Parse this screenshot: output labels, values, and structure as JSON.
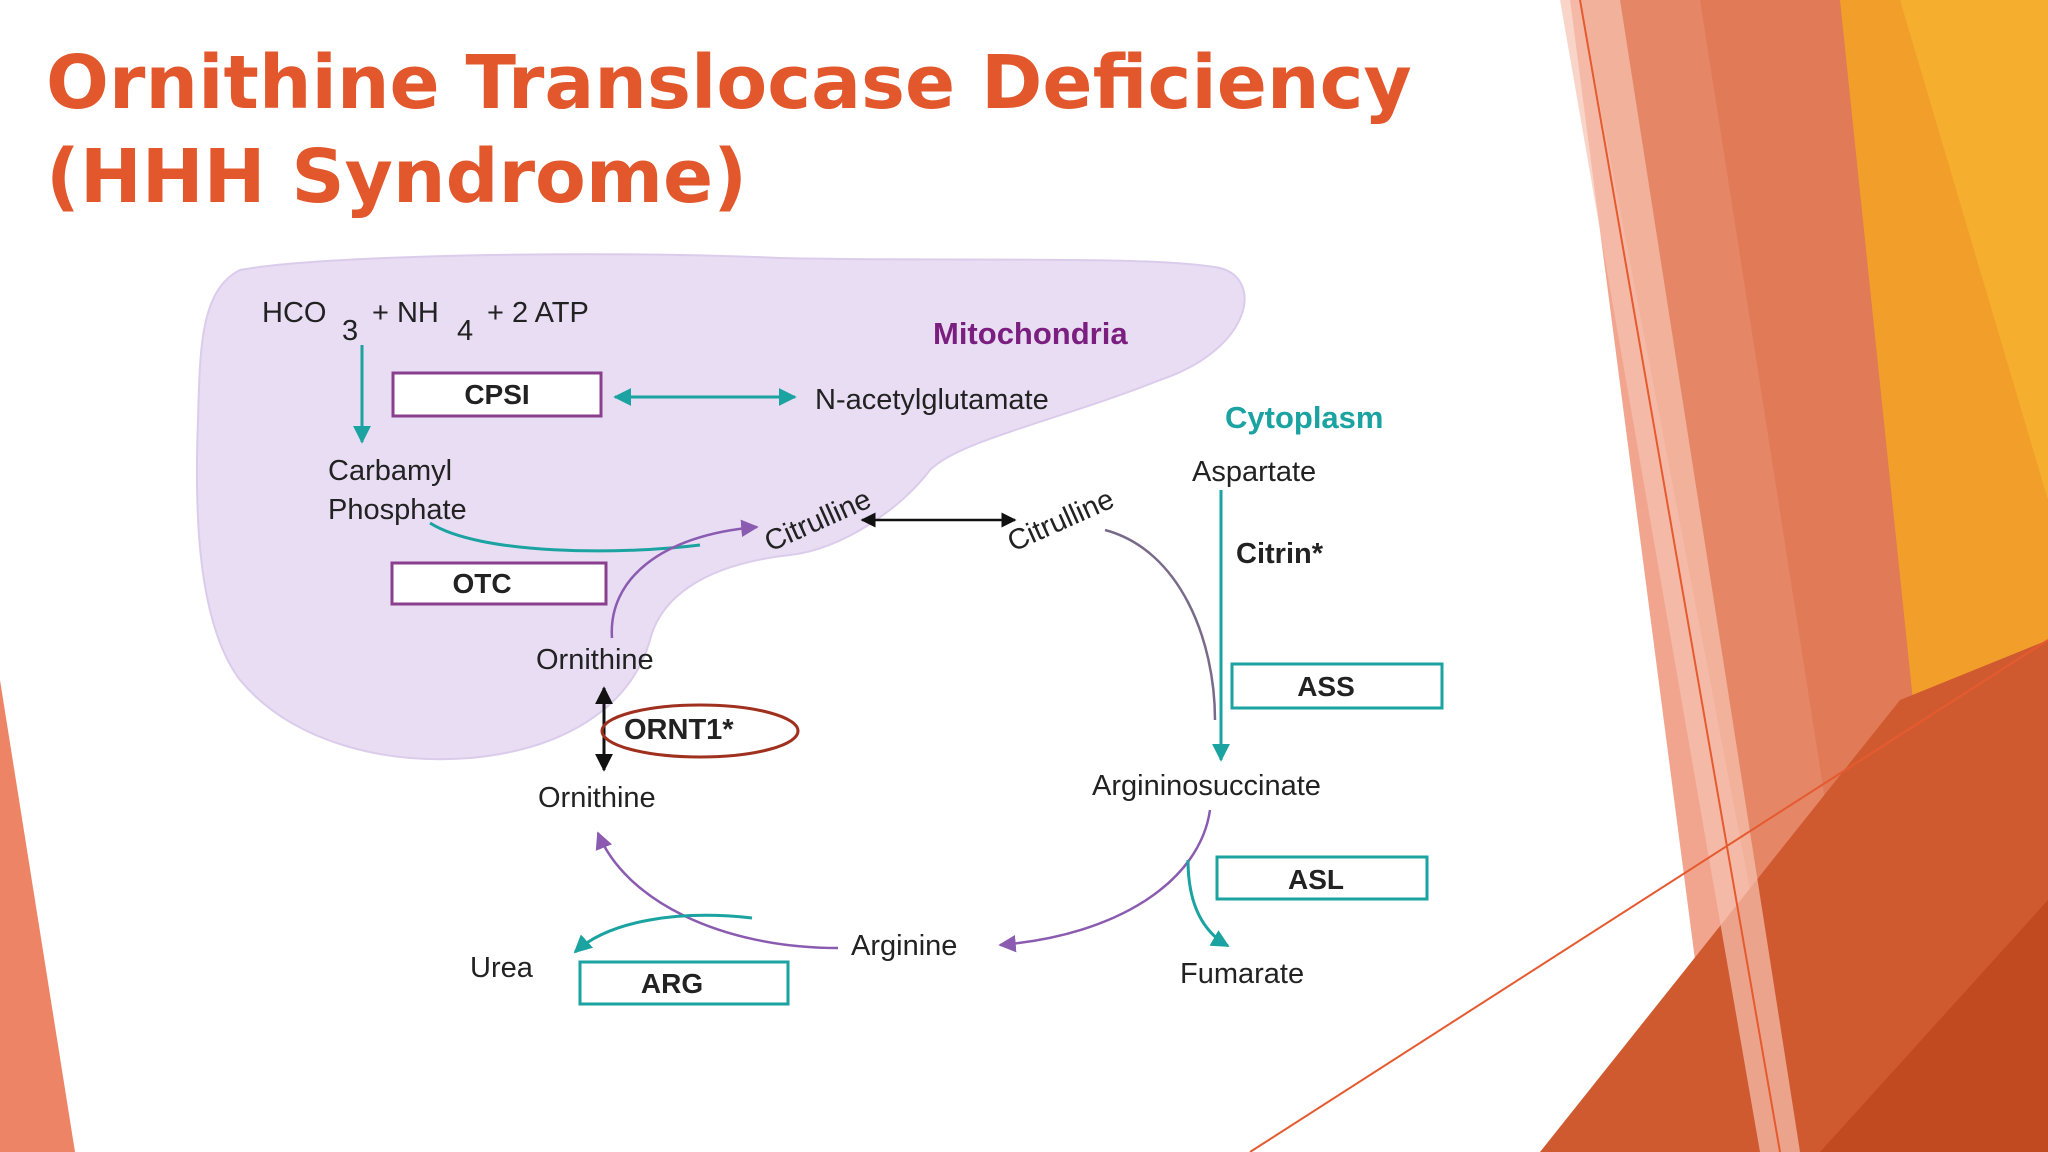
{
  "slide": {
    "title": "Ornithine Translocase Deficiency (HHH Syndrome)"
  },
  "diagram": {
    "compartments": {
      "mitochondria": "Mitochondria",
      "cytoplasm": "Cytoplasm"
    },
    "substrate": {
      "hco": "HCO",
      "hco_sub": "3",
      "plus_nh": "+ NH",
      "nh_sub": "4",
      "atp": "+ 2 ATP"
    },
    "metabolites": {
      "n_acetylglutamate": "N-acetylglutamate",
      "carbamyl": "Carbamyl",
      "phosphate": "Phosphate",
      "citrulline_mito": "Citrulline",
      "citrulline_cyto": "Citrulline",
      "ornithine_mito": "Ornithine",
      "ornithine_cyto": "Ornithine",
      "aspartate": "Aspartate",
      "argininosuccinate": "Argininosuccinate",
      "fumarate": "Fumarate",
      "arginine": "Arginine",
      "urea": "Urea"
    },
    "enzymes": {
      "cps": "CPSI",
      "otc": "OTC",
      "ass": "ASS",
      "asl": "ASL",
      "arg": "ARG"
    },
    "transporters": {
      "citrin": "Citrin*",
      "ornt1": "ORNT1*"
    },
    "colors": {
      "title": "#E2572B",
      "mitochondria_fill": "#E8DDF3",
      "teal": "#1AA3A0",
      "purple_arrow": "#8A5BB0",
      "mito_box": "#8A3E8E",
      "highlight_circle": "#A0301E"
    }
  }
}
